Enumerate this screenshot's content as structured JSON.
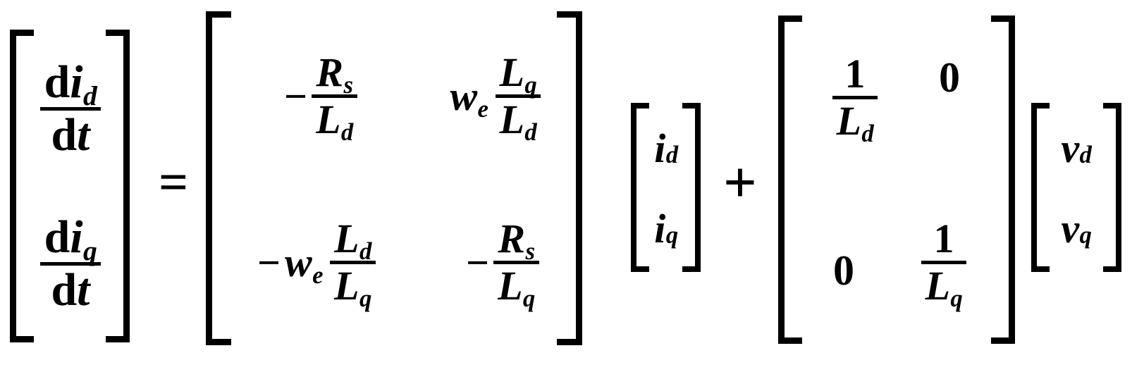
{
  "equation": {
    "description": "PMSM d-q axis current state-space equation",
    "latex": "[di_d/dt; di_q/dt] = [[-R_s/L_d, w_e L_q/L_d],[-w_e L_d/L_q, -R_s/L_q]] [i_d; i_q] + [[1/L_d, 0],[0, 1/L_q]] [v_d; v_q]",
    "colors": {
      "ink": "#000000",
      "background": "#ffffff"
    },
    "operators": {
      "equals": "=",
      "plus": "+",
      "minus": "−",
      "fraction_bar": "—"
    },
    "derivative_vector": {
      "name": "current-derivative-vector",
      "rows": [
        {
          "numerator_d": "d",
          "numerator_var": "i",
          "numerator_sub": "d",
          "denominator_d": "d",
          "denominator_var": "t"
        },
        {
          "numerator_d": "d",
          "numerator_var": "i",
          "numerator_sub": "q",
          "denominator_d": "d",
          "denominator_var": "t"
        }
      ]
    },
    "system_matrix": {
      "name": "system-matrix",
      "cells": [
        {
          "id": "a11",
          "sign": "−",
          "coefficient": "",
          "numerator": "R",
          "numerator_sub": "s",
          "denominator": "L",
          "denominator_sub": "d"
        },
        {
          "id": "a12",
          "sign": "",
          "coefficient": "w",
          "coefficient_sub": "e",
          "numerator": "L",
          "numerator_sub": "q",
          "denominator": "L",
          "denominator_sub": "d"
        },
        {
          "id": "a21",
          "sign": "−",
          "coefficient": "w",
          "coefficient_sub": "e",
          "numerator": "L",
          "numerator_sub": "d",
          "denominator": "L",
          "denominator_sub": "q"
        },
        {
          "id": "a22",
          "sign": "−",
          "coefficient": "",
          "numerator": "R",
          "numerator_sub": "s",
          "denominator": "L",
          "denominator_sub": "q"
        }
      ]
    },
    "current_vector": {
      "name": "current-vector",
      "rows": [
        {
          "var": "i",
          "sub": "d"
        },
        {
          "var": "i",
          "sub": "q"
        }
      ]
    },
    "inductance_matrix": {
      "name": "inverse-inductance-matrix",
      "cells": [
        {
          "id": "b11",
          "type": "fraction",
          "numerator": "1",
          "denominator": "L",
          "denominator_sub": "d"
        },
        {
          "id": "b12",
          "type": "scalar",
          "value": "0"
        },
        {
          "id": "b21",
          "type": "scalar",
          "value": "0"
        },
        {
          "id": "b22",
          "type": "fraction",
          "numerator": "1",
          "denominator": "L",
          "denominator_sub": "q"
        }
      ]
    },
    "voltage_vector": {
      "name": "voltage-vector",
      "rows": [
        {
          "var": "v",
          "sub": "d"
        },
        {
          "var": "v",
          "sub": "q"
        }
      ]
    }
  }
}
